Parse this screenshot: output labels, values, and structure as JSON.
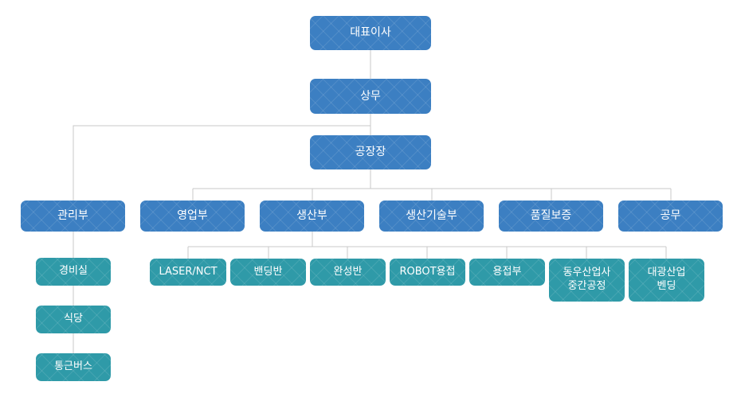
{
  "colors": {
    "main_node": "#3c7fc2",
    "sub_node": "#2f9aa8",
    "line": "#c8c8c8",
    "text": "#ffffff"
  },
  "nodes": {
    "ceo": "대표이사",
    "executive": "상무",
    "plant_manager": "공장장",
    "departments": {
      "admin": "관리부",
      "sales": "영업부",
      "production": "생산부",
      "production_tech": "생산기술부",
      "quality": "품질보증",
      "engineering": "공무"
    },
    "admin_units": {
      "security": "경비실",
      "cafeteria": "식당",
      "shuttle": "통근버스"
    },
    "production_units": {
      "laser_nct": "LASER/NCT",
      "bending": "밴딩반",
      "finishing": "완성반",
      "robot_welding": "ROBOT용접",
      "welding": "용접부",
      "dongwoo": "동우산업사\n중간공정",
      "daegwang": "대광산업\n벤딩"
    }
  }
}
